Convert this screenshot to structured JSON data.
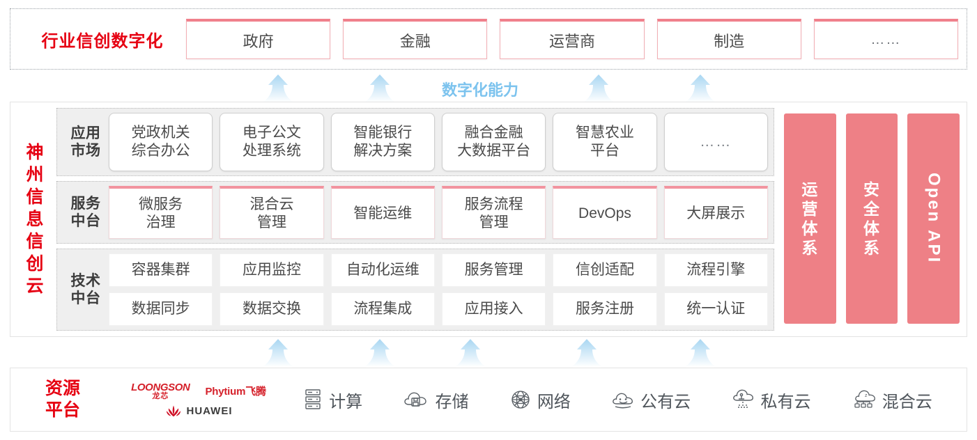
{
  "industry": {
    "title": "行业信创数字化",
    "boxes": [
      {
        "label": "政府"
      },
      {
        "label": "金融"
      },
      {
        "label": "运营商"
      },
      {
        "label": "制造"
      },
      {
        "label": "……"
      }
    ]
  },
  "capability": {
    "label": "数字化能力",
    "arrow_icon": "up-arrow-icon",
    "arrow_color": "#bfe0f5",
    "top_arrow_count": 4,
    "bottom_arrow_count": 5
  },
  "cloud": {
    "title_chars": [
      "神",
      "州",
      "信",
      "息",
      "信",
      "创",
      "云"
    ],
    "layers": [
      {
        "key": "app-market",
        "label_lines": [
          "应用",
          "市场"
        ],
        "style": "rounded",
        "cells": [
          {
            "lines": [
              "党政机关",
              "综合办公"
            ]
          },
          {
            "lines": [
              "电子公文",
              "处理系统"
            ]
          },
          {
            "lines": [
              "智能银行",
              "解决方案"
            ]
          },
          {
            "lines": [
              "融合金融",
              "大数据平台"
            ]
          },
          {
            "lines": [
              "智慧农业",
              "平台"
            ]
          },
          {
            "lines": [
              "……"
            ],
            "dots": true
          }
        ]
      },
      {
        "key": "service-platform",
        "label_lines": [
          "服务",
          "中台"
        ],
        "style": "topred",
        "cells": [
          {
            "lines": [
              "微服务",
              "治理"
            ]
          },
          {
            "lines": [
              "混合云",
              "管理"
            ]
          },
          {
            "lines": [
              "智能运维"
            ]
          },
          {
            "lines": [
              "服务流程",
              "管理"
            ]
          },
          {
            "lines": [
              "DevOps"
            ]
          },
          {
            "lines": [
              "大屏展示"
            ]
          }
        ]
      },
      {
        "key": "tech-platform",
        "label_lines": [
          "技术",
          "中台"
        ],
        "style": "plain",
        "rows": [
          [
            "容器集群",
            "应用监控",
            "自动化运维",
            "服务管理",
            "信创适配",
            "流程引擎"
          ],
          [
            "数据同步",
            "数据交换",
            "流程集成",
            "应用接入",
            "服务注册",
            "统一认证"
          ]
        ]
      }
    ],
    "pillars": [
      {
        "type": "cn",
        "chars": [
          "运",
          "营",
          "体",
          "系"
        ]
      },
      {
        "type": "cn",
        "chars": [
          "安",
          "全",
          "体",
          "系"
        ]
      },
      {
        "type": "en",
        "text": "Open API"
      }
    ],
    "pillar_color": "#ee8086"
  },
  "resource": {
    "title_lines": [
      "资源",
      "平台"
    ],
    "vendors": [
      {
        "name": "LOONGSON",
        "sub": "龙芯",
        "id": "loongson-logo"
      },
      {
        "name": "Phytium飞腾",
        "id": "phytium-logo"
      },
      {
        "name": "HUAWEI",
        "id": "huawei-logo"
      }
    ],
    "items": [
      {
        "label": "计算",
        "icon": "server-icon"
      },
      {
        "label": "存储",
        "icon": "cloud-storage-icon"
      },
      {
        "label": "网络",
        "icon": "network-icon"
      },
      {
        "label": "公有云",
        "icon": "public-cloud-icon"
      },
      {
        "label": "私有云",
        "icon": "private-cloud-icon"
      },
      {
        "label": "混合云",
        "icon": "hybrid-cloud-icon"
      }
    ]
  },
  "colors": {
    "brand_red": "#e60012",
    "pink": "#ee8086",
    "pink_border": "#f2949f",
    "arrow_blue": "#bfe0f5",
    "label_blue": "#7cc3ee"
  }
}
